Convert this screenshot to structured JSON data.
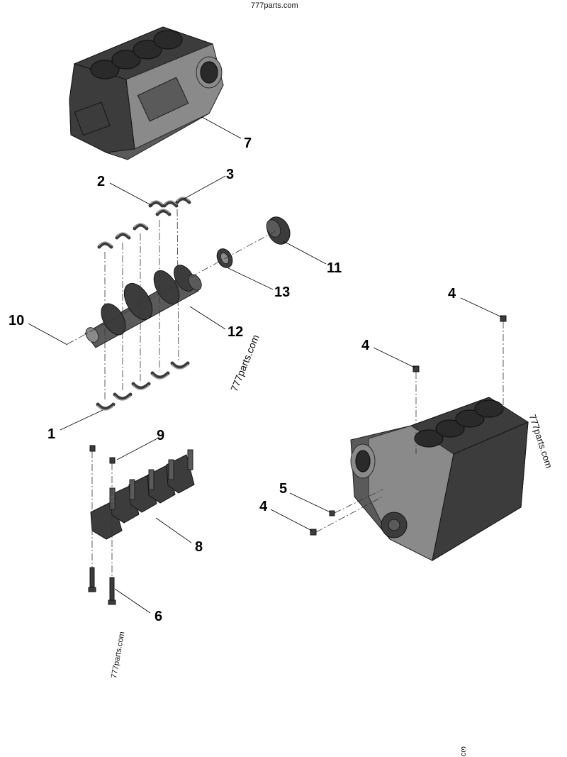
{
  "watermarks": {
    "top": "777parts.com",
    "middle": "777parts.com",
    "right": "777parts.com",
    "bottom_left": "777parts.com",
    "bottom_right": "ωɔ"
  },
  "callouts": {
    "c1": "1",
    "c2": "2",
    "c3": "3",
    "c4a": "4",
    "c4b": "4",
    "c4c": "4",
    "c5": "5",
    "c6": "6",
    "c7": "7",
    "c8": "8",
    "c9": "9",
    "c10": "10",
    "c11": "11",
    "c12": "12",
    "c13": "13"
  },
  "colors": {
    "metal": "#5a5a5a",
    "outline": "#1e1e1e",
    "background": "#ffffff"
  }
}
